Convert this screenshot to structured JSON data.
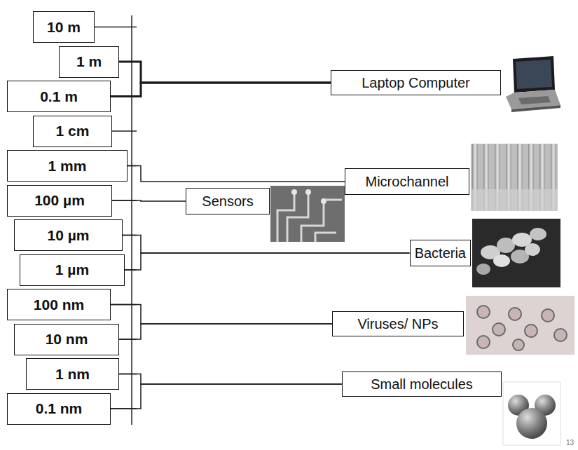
{
  "diagram": {
    "nodes": [
      {
        "text": [
          "10 m"
        ]
      },
      {
        "text": [
          "1 m"
        ]
      },
      {
        "text": [
          "0.1 m"
        ]
      },
      {
        "text": [
          "1 cm"
        ]
      },
      {
        "text": [
          "1 mm"
        ]
      },
      {
        "text": [
          "100 µm"
        ]
      },
      {
        "text": [
          "10 µm"
        ]
      },
      {
        "text": [
          "1 µm"
        ]
      },
      {
        "text": [
          "100 nm"
        ]
      },
      {
        "text": [
          "10 nm"
        ]
      },
      {
        "text": [
          "1 nm"
        ]
      },
      {
        "text": [
          "0.1 nm"
        ]
      },
      {
        "text": [
          "Laptop Computer"
        ]
      },
      {
        "text": [
          "Microchannel"
        ]
      },
      {
        "text": [
          "Sensors"
        ]
      },
      {
        "text": [
          "Bacteria"
        ]
      },
      {
        "text": [
          "Viruses/ NPs"
        ]
      },
      {
        "text": [
          "Small molecules"
        ]
      }
    ],
    "edges": [
      {
        "from": 1,
        "to": 12,
        "arrow": "none"
      },
      {
        "from": 2,
        "to": 12,
        "arrow": "none"
      },
      {
        "from": 4,
        "to": 13,
        "arrow": "none"
      },
      {
        "from": 5,
        "to": 14,
        "arrow": "none"
      },
      {
        "from": 6,
        "to": 15,
        "arrow": "none"
      },
      {
        "from": 7,
        "to": 15,
        "arrow": "none"
      },
      {
        "from": 8,
        "to": 16,
        "arrow": "none"
      },
      {
        "from": 9,
        "to": 16,
        "arrow": "none"
      },
      {
        "from": 10,
        "to": 17,
        "arrow": "none"
      },
      {
        "from": 11,
        "to": 17,
        "arrow": "none"
      }
    ],
    "labels": [
      "13"
    ]
  }
}
